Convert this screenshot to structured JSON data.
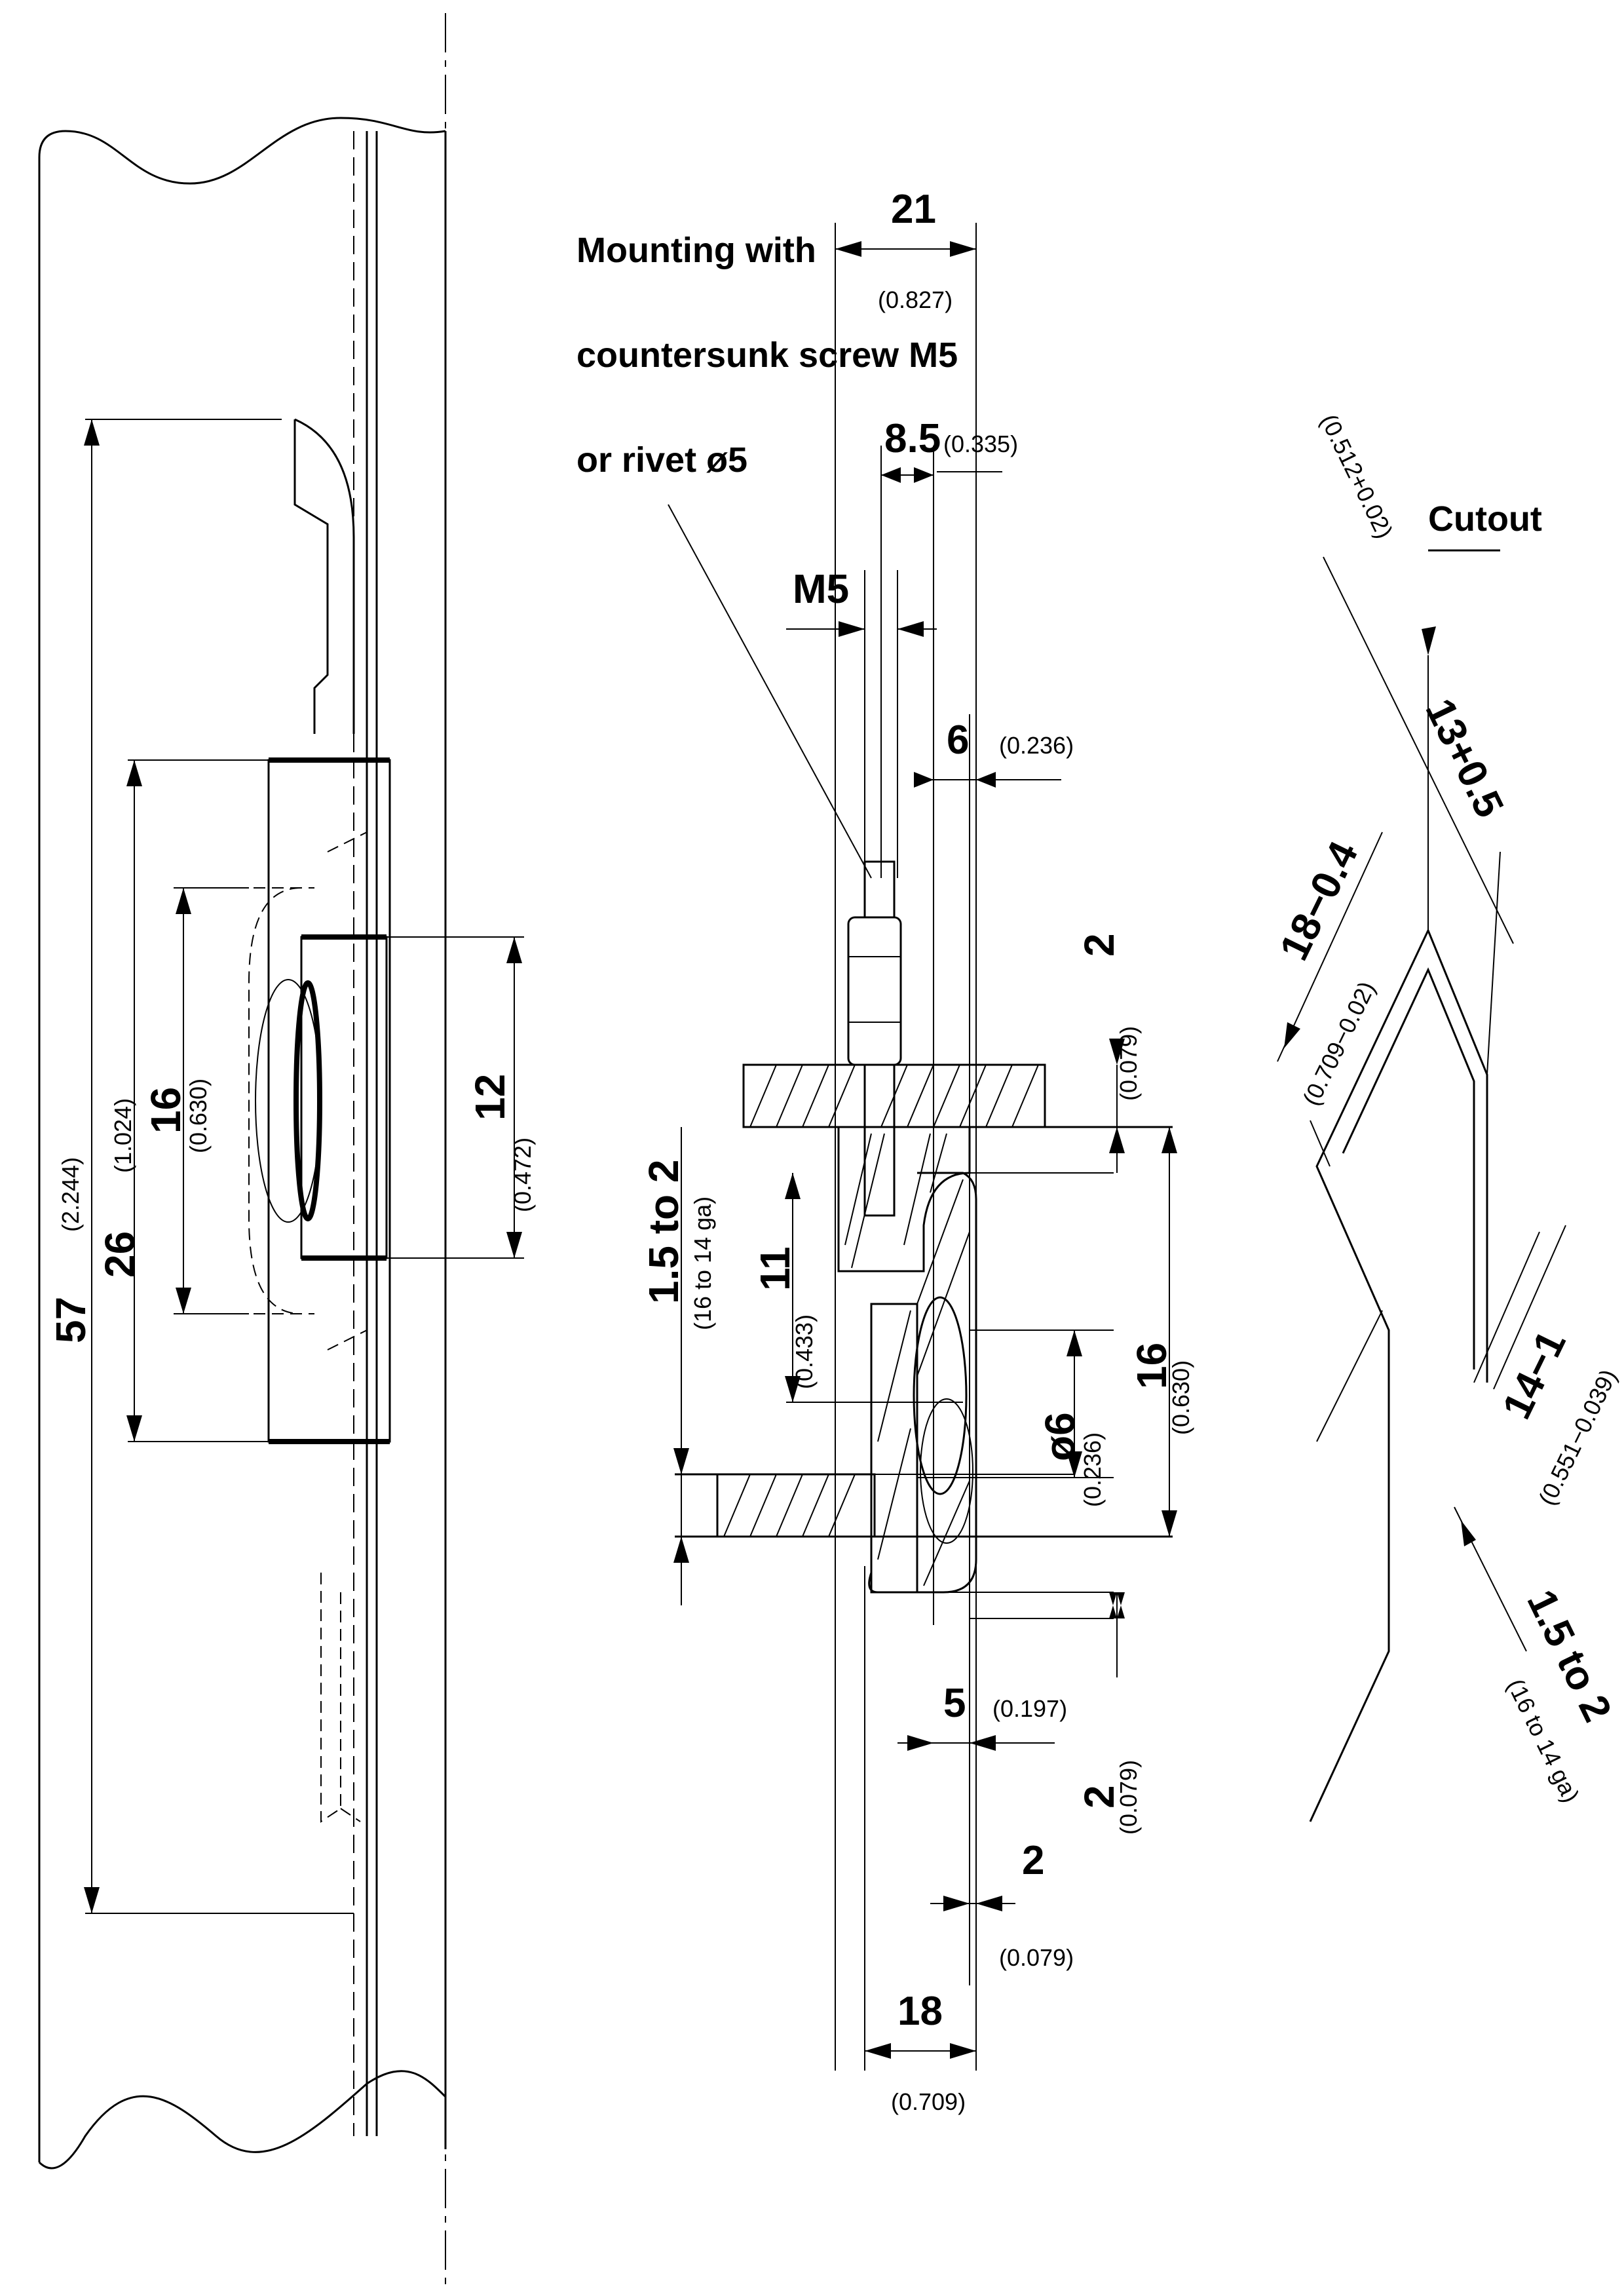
{
  "note": {
    "line1": "Mounting with",
    "line2": "countersunk screw M5",
    "line3": "or rivet ø5"
  },
  "cutout_title": "Cutout",
  "dims": {
    "d57": "57",
    "d57_in": "(2.244)",
    "d26": "26",
    "d26_in": "(1.024)",
    "d16a": "16",
    "d16a_in": "(0.630)",
    "d12": "12",
    "d12_in": "(0.472)",
    "d21": "21",
    "d21_in": "(0.827)",
    "d85": "8.5",
    "d85_in": "(0.335)",
    "m5": "M5",
    "d6": "6",
    "d6_in": "(0.236)",
    "thick_a": "1.5 to 2",
    "thick_a_in": "(16 to 14 ga)",
    "d2a": "2",
    "d2a_in": "(0.079)",
    "d11": "11",
    "d11_in": "(0.433)",
    "dia6": "ø6",
    "dia6_in": "(0.236)",
    "d16b": "16",
    "d16b_in": "(0.630)",
    "d5": "5",
    "d5_in": "(0.197)",
    "d2b": "2",
    "d2b_in": "(0.079)",
    "d2c": "2",
    "d2c_in": "(0.079)",
    "d18": "18",
    "d18_in": "(0.709)",
    "c13": "13+0.5",
    "c13_in": "(0.512+0.02)",
    "c18": "18−0.4",
    "c18_in": "(0.709−0.02)",
    "c14": "14−1",
    "c14_in": "(0.551−0.039)",
    "c_thick": "1.5 to 2",
    "c_thick_in": "(16 to 14 ga)"
  }
}
